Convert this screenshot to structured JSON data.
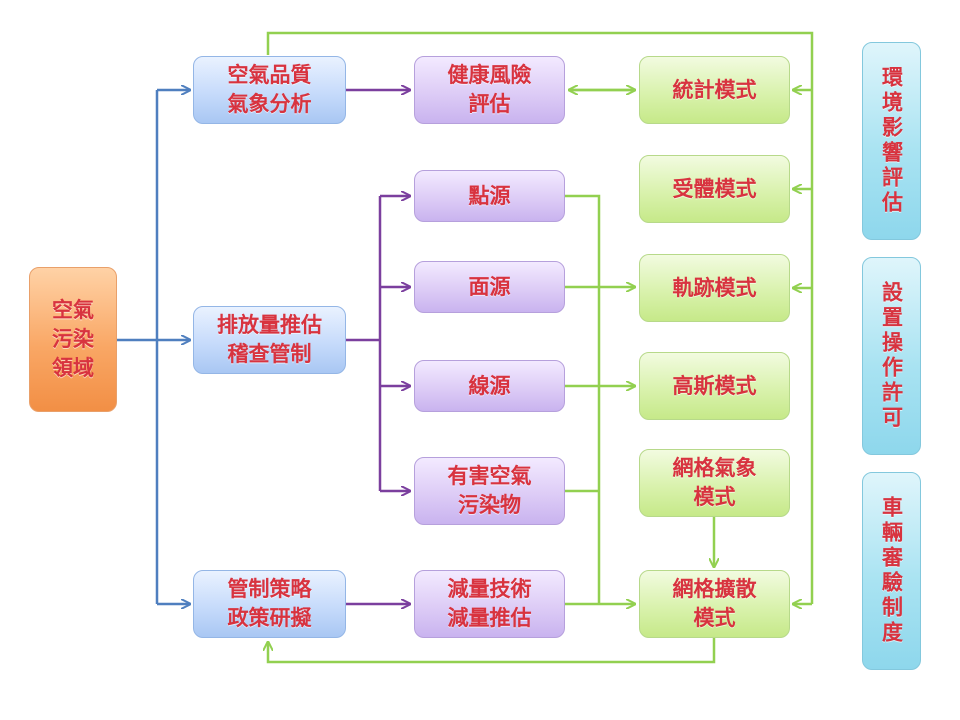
{
  "nodes": {
    "root": "空氣\n污染\n領域",
    "aq": "空氣品質\n氣象分析",
    "emission": "排放量推估\n稽查管制",
    "policy": "管制策略\n政策研擬",
    "health": "健康風險\n評估",
    "point": "點源",
    "area": "面源",
    "line": "線源",
    "hazard": "有害空氣\n污染物",
    "reduction": "減量技術\n減量推估",
    "stat": "統計模式",
    "receptor": "受體模式",
    "trajectory": "軌跡模式",
    "gauss": "高斯模式",
    "grid_met": "網格氣象\n模式",
    "grid_disp": "網格擴散\n模式"
  },
  "side": {
    "eia": "環境影響評估",
    "permit": "設置操作許可",
    "vehicle": "車輛審驗制度"
  },
  "colors": {
    "blue_line": "#4f7fbf",
    "purple_line": "#7b3f9e",
    "green_line": "#92d050"
  }
}
